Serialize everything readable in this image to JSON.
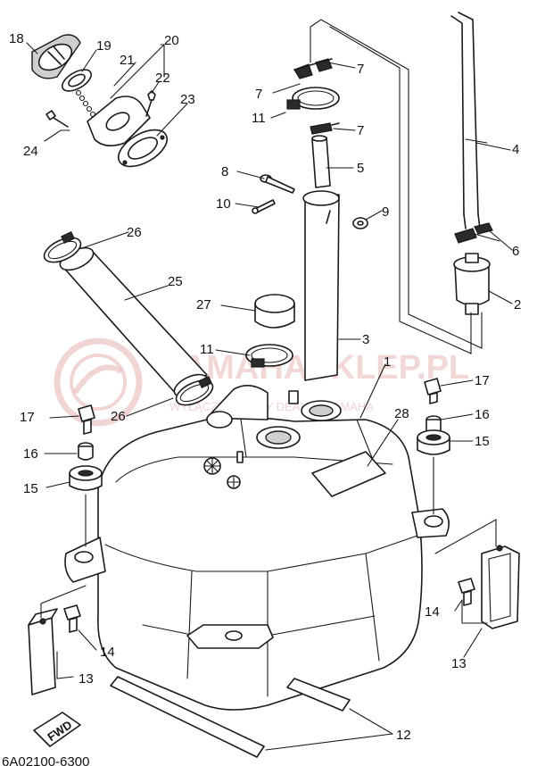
{
  "diagram": {
    "part_labels": [
      "18",
      "19",
      "20",
      "21",
      "22",
      "23",
      "24",
      "26",
      "25",
      "27",
      "11",
      "17",
      "16",
      "15",
      "26",
      "7",
      "7",
      "11",
      "7",
      "8",
      "10",
      "5",
      "9",
      "4",
      "6",
      "2",
      "3",
      "1",
      "28",
      "17",
      "16",
      "15",
      "14",
      "13",
      "14",
      "13",
      "12"
    ],
    "direction_arrow": "FWD",
    "footer_code": "6A02100-6300"
  },
  "watermark": {
    "brand": "YAMAHASKLEP.PL",
    "tagline": "WYŁĄCZNOWIANY DEALER YAMAHA"
  }
}
